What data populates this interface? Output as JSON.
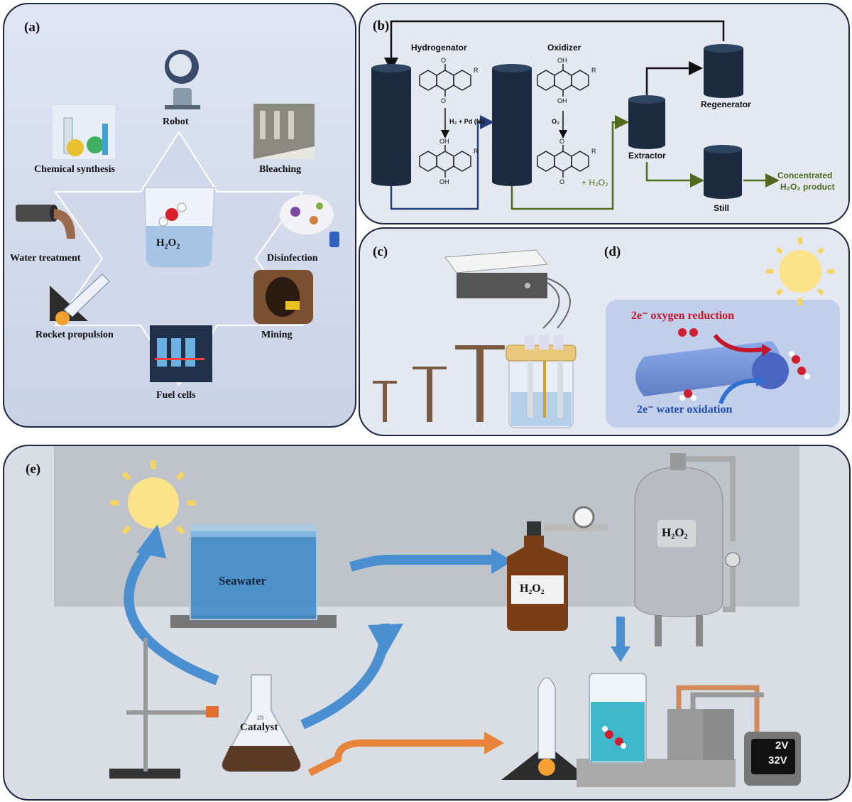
{
  "panel_a": {
    "label": "(a)",
    "center": "H2O2",
    "apps": [
      "Robot",
      "Chemical synthesis",
      "Bleaching",
      "Water treatment",
      "Disinfection",
      "Rocket propulsion",
      "Mining",
      "Fuel cells"
    ]
  },
  "panel_b": {
    "label": "(b)",
    "hydrogenator": "Hydrogenator",
    "oxidizer": "Oxidizer",
    "h2_cond": "H₂ + Pd (Ni)",
    "o2_cond": "O₂",
    "h2o2_plus": "+ H₂O₂",
    "extractor": "Extractor",
    "regenerator": "Regenerator",
    "still": "Still",
    "product_line1": "Concentrated",
    "product_line2": "H₂O₂ product",
    "r_group": "R",
    "o_atom": "O",
    "oh_group": "OH"
  },
  "panel_c": {
    "label": "(c)"
  },
  "panel_d": {
    "label": "(d)",
    "orr": "2e⁻ oxygen reduction",
    "wor": "2e⁻ water oxidation"
  },
  "panel_e": {
    "label": "(e)",
    "seawater": "Seawater",
    "catalyst": "Catalyst",
    "bottle": "H₂O₂",
    "tank": "H₂O₂",
    "meter_line1": "2V",
    "meter_line2": "32V",
    "flask_mark": "2B"
  },
  "colors": {
    "blue_arrow": "#4a90d0",
    "orange_arrow": "#e8833a",
    "olive_line": "#4f6a1e",
    "navy_line": "#243f7a",
    "red_arrow": "#c0182a",
    "column": "#1c2b3f"
  }
}
